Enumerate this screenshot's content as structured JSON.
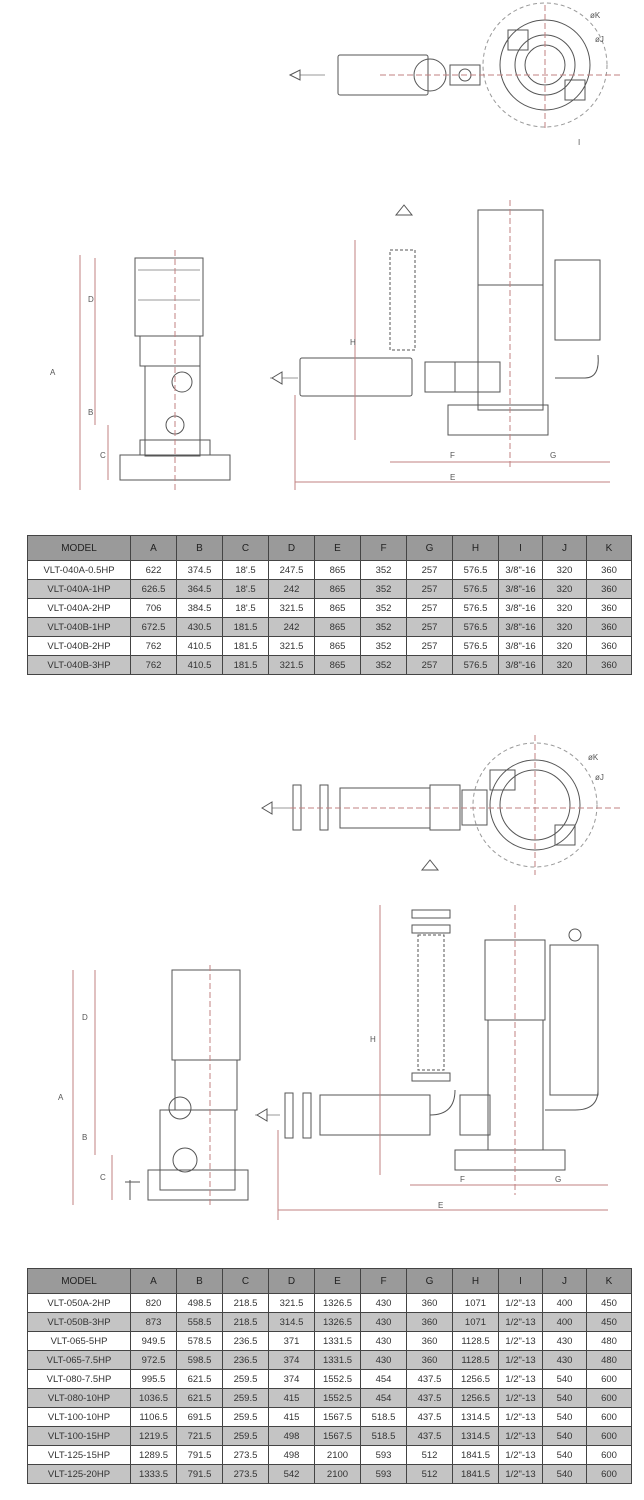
{
  "table1": {
    "columns": [
      "MODEL",
      "A",
      "B",
      "C",
      "D",
      "E",
      "F",
      "G",
      "H",
      "I",
      "J",
      "K"
    ],
    "rows": [
      [
        "VLT-040A-0.5HP",
        "622",
        "374.5",
        "18'.5",
        "247.5",
        "865",
        "352",
        "257",
        "576.5",
        "3/8\"-16",
        "320",
        "360"
      ],
      [
        "VLT-040A-1HP",
        "626.5",
        "364.5",
        "18'.5",
        "242",
        "865",
        "352",
        "257",
        "576.5",
        "3/8\"-16",
        "320",
        "360"
      ],
      [
        "VLT-040A-2HP",
        "706",
        "384.5",
        "18'.5",
        "321.5",
        "865",
        "352",
        "257",
        "576.5",
        "3/8\"-16",
        "320",
        "360"
      ],
      [
        "VLT-040B-1HP",
        "672.5",
        "430.5",
        "181.5",
        "242",
        "865",
        "352",
        "257",
        "576.5",
        "3/8\"-16",
        "320",
        "360"
      ],
      [
        "VLT-040B-2HP",
        "762",
        "410.5",
        "181.5",
        "321.5",
        "865",
        "352",
        "257",
        "576.5",
        "3/8\"-16",
        "320",
        "360"
      ],
      [
        "VLT-040B-3HP",
        "762",
        "410.5",
        "181.5",
        "321.5",
        "865",
        "352",
        "257",
        "576.5",
        "3/8\"-16",
        "320",
        "360"
      ]
    ]
  },
  "table2": {
    "columns": [
      "MODEL",
      "A",
      "B",
      "C",
      "D",
      "E",
      "F",
      "G",
      "H",
      "I",
      "J",
      "K"
    ],
    "rows": [
      [
        "VLT-050A-2HP",
        "820",
        "498.5",
        "218.5",
        "321.5",
        "1326.5",
        "430",
        "360",
        "1071",
        "1/2\"-13",
        "400",
        "450"
      ],
      [
        "VLT-050B-3HP",
        "873",
        "558.5",
        "218.5",
        "314.5",
        "1326.5",
        "430",
        "360",
        "1071",
        "1/2\"-13",
        "400",
        "450"
      ],
      [
        "VLT-065-5HP",
        "949.5",
        "578.5",
        "236.5",
        "371",
        "1331.5",
        "430",
        "360",
        "1128.5",
        "1/2\"-13",
        "430",
        "480"
      ],
      [
        "VLT-065-7.5HP",
        "972.5",
        "598.5",
        "236.5",
        "374",
        "1331.5",
        "430",
        "360",
        "1128.5",
        "1/2\"-13",
        "430",
        "480"
      ],
      [
        "VLT-080-7.5HP",
        "995.5",
        "621.5",
        "259.5",
        "374",
        "1552.5",
        "454",
        "437.5",
        "1256.5",
        "1/2\"-13",
        "540",
        "600"
      ],
      [
        "VLT-080-10HP",
        "1036.5",
        "621.5",
        "259.5",
        "415",
        "1552.5",
        "454",
        "437.5",
        "1256.5",
        "1/2\"-13",
        "540",
        "600"
      ],
      [
        "VLT-100-10HP",
        "1106.5",
        "691.5",
        "259.5",
        "415",
        "1567.5",
        "518.5",
        "437.5",
        "1314.5",
        "1/2\"-13",
        "540",
        "600"
      ],
      [
        "VLT-100-15HP",
        "1219.5",
        "721.5",
        "259.5",
        "498",
        "1567.5",
        "518.5",
        "437.5",
        "1314.5",
        "1/2\"-13",
        "540",
        "600"
      ],
      [
        "VLT-125-15HP",
        "1289.5",
        "791.5",
        "273.5",
        "498",
        "2100",
        "593",
        "512",
        "1841.5",
        "1/2\"-13",
        "540",
        "600"
      ],
      [
        "VLT-125-20HP",
        "1333.5",
        "791.5",
        "273.5",
        "542",
        "2100",
        "593",
        "512",
        "1841.5",
        "1/2\"-13",
        "540",
        "600"
      ]
    ]
  },
  "labels": {
    "a": "A",
    "b": "B",
    "c": "C",
    "d": "D",
    "e": "E",
    "f": "F",
    "g": "G",
    "h": "H",
    "i": "I",
    "phi_k": "øK",
    "phi_j": "øJ"
  },
  "colors": {
    "header_bg": "#9a9a9a",
    "alt_row_bg": "#c4c4c4",
    "line": "#444444",
    "dim_line": "#c08080"
  }
}
